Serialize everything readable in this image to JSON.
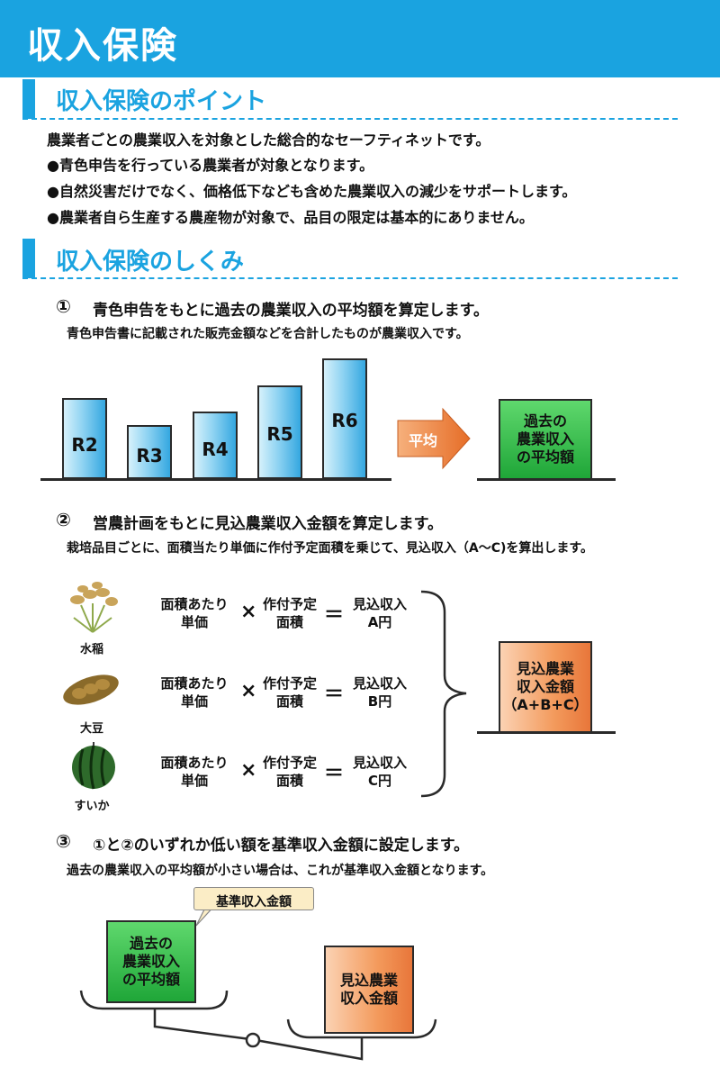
{
  "header": {
    "title": "収入保険"
  },
  "points": {
    "title": "収入保険のポイント",
    "lines": [
      "農業者ごとの農業収入を対象とした総合的なセーフティネットです。",
      "●青色申告を行っている農業者が対象となります。",
      "●自然災害だけでなく、価格低下なども含めた農業収入の減少をサポートします。",
      "●農業者自ら生産する農産物が対象で、品目の限定は基本的にありません。"
    ]
  },
  "mechanism": {
    "title": "収入保険のしくみ",
    "step1": {
      "num": "①",
      "heading": "青色申告をもとに過去の農業収入の平均額を算定します。",
      "sub": "青色申告書に記載された販売金額などを合計したものが農業収入です。",
      "bars": [
        "R2",
        "R3",
        "R4",
        "R5",
        "R6"
      ],
      "arrow_label": "平均",
      "result": "過去の\n農業収入\nの平均額"
    },
    "step2": {
      "num": "②",
      "heading": "営農計画をもとに見込農業収入金額を算定します。",
      "sub": "栽培品目ごとに、面積当たり単価に作付予定面積を乗じて、見込収入（A～C)を算出します。",
      "unit_price": "面積あたり\n単価",
      "times": "×",
      "area": "作付予定\n面積",
      "equals": "＝",
      "crops": [
        {
          "name": "水稲",
          "result": "見込収入\nA円"
        },
        {
          "name": "大豆",
          "result": "見込収入\nB円"
        },
        {
          "name": "すいか",
          "result": "見込収入\nC円"
        }
      ],
      "total": "見込農業\n収入金額\n（A+B+C）"
    },
    "step3": {
      "num": "③",
      "heading": "①と②のいずれか低い額を基準収入金額に設定します。",
      "sub": "過去の農業収入の平均額が小さい場合は、これが基準収入金額となります。",
      "callout": "基準収入金額",
      "left_box": "過去の\n農業収入\nの平均額",
      "right_box": "見込農業\n収入金額"
    }
  },
  "colors": {
    "accent": "#1aa3e0",
    "green": "#2db84a",
    "orange": "#f08a45"
  }
}
